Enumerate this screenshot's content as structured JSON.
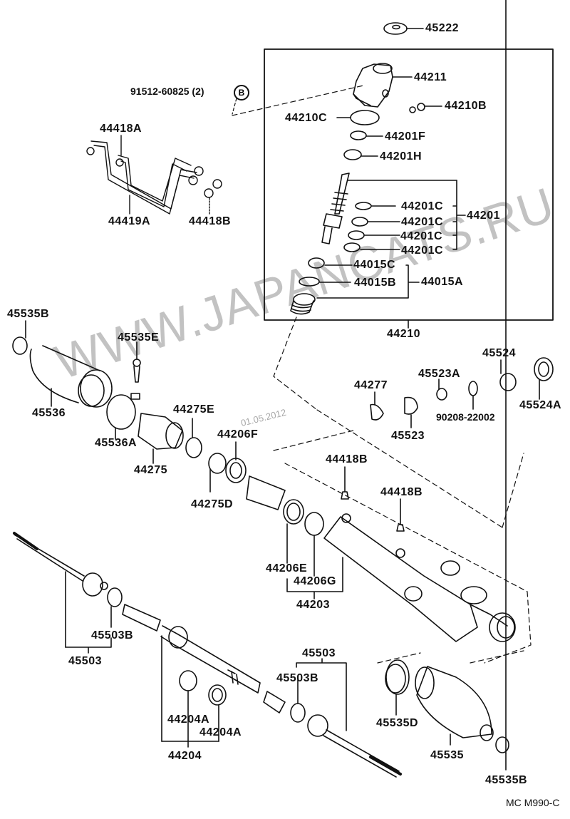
{
  "figure_code": "MC M990-C",
  "watermark": "WWW.JAPANCATS.RU",
  "date_stamp": "01.05.2012",
  "callout_marker": "B",
  "parts": {
    "p45222": "45222",
    "p44211": "44211",
    "p91512": "91512-60825 (2)",
    "p44210B": "44210B",
    "p44210C": "44210C",
    "p44201F": "44201F",
    "p44201H": "44201H",
    "p44418A": "44418A",
    "p44419A": "44419A",
    "p44418B_top": "44418B",
    "p44201C_1": "44201C",
    "p44201C_2": "44201C",
    "p44201C_3": "44201C",
    "p44201C_4": "44201C",
    "p44201": "44201",
    "p44015C": "44015C",
    "p44015B": "44015B",
    "p44015A": "44015A",
    "p44210": "44210",
    "p45535B_left": "45535B",
    "p45535E": "45535E",
    "p45536": "45536",
    "p45536A": "45536A",
    "p44275": "44275",
    "p44275E": "44275E",
    "p44275D": "44275D",
    "p44206F": "44206F",
    "p44277": "44277",
    "p45523A": "45523A",
    "p45523": "45523",
    "p90208": "90208-22002",
    "p45524": "45524",
    "p45524A": "45524A",
    "p44418B_mid1": "44418B",
    "p44418B_mid2": "44418B",
    "p44206E": "44206E",
    "p44206G": "44206G",
    "p44203": "44203",
    "p45503B_left": "45503B",
    "p45503_left": "45503",
    "p45503_right": "45503",
    "p45503B_right": "45503B",
    "p44204A_1": "44204A",
    "p44204A_2": "44204A",
    "p44204": "44204",
    "p45535D": "45535D",
    "p45535": "45535",
    "p45535B_right": "45535B"
  }
}
